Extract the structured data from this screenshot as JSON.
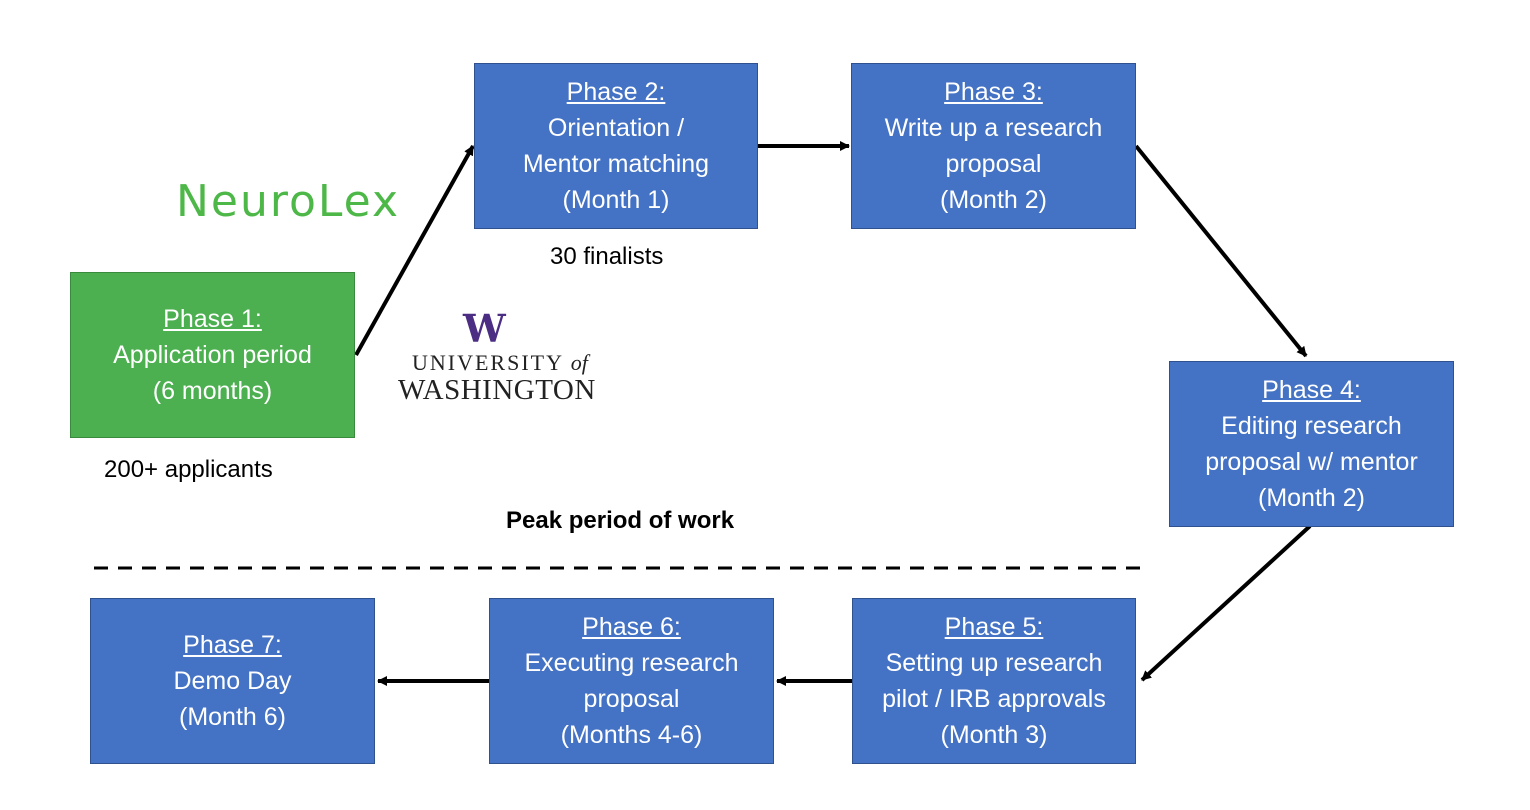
{
  "phases": [
    {
      "title": "Phase 1:",
      "lines": [
        "Application period",
        "(6 months)"
      ],
      "color": "#4caf50"
    },
    {
      "title": "Phase 2:",
      "lines": [
        "Orientation /",
        "Mentor matching",
        "(Month 1)"
      ],
      "color": "#4472c4"
    },
    {
      "title": "Phase 3:",
      "lines": [
        "Write up a research",
        "proposal",
        "(Month 2)"
      ],
      "color": "#4472c4"
    },
    {
      "title": "Phase 4:",
      "lines": [
        "Editing research",
        "proposal w/ mentor",
        "(Month 2)"
      ],
      "color": "#4472c4"
    },
    {
      "title": "Phase 5:",
      "lines": [
        "Setting up research",
        "pilot / IRB approvals",
        "(Month 3)"
      ],
      "color": "#4472c4"
    },
    {
      "title": "Phase 6:",
      "lines": [
        "Executing research",
        "proposal",
        "(Months 4-6)"
      ],
      "color": "#4472c4"
    },
    {
      "title": "Phase 7:",
      "lines": [
        "Demo Day",
        "(Month 6)"
      ],
      "color": "#4472c4"
    }
  ],
  "notes": {
    "applicants": "200+ applicants",
    "finalists": "30 finalists",
    "peak": "Peak period of work"
  },
  "logos": {
    "neurolex": "NeuroLex",
    "uw_mark": "W",
    "uw_line1": "UNIVERSITY",
    "uw_of": "of",
    "uw_line2": "WASHINGTON"
  },
  "colors": {
    "phase_blue": "#4472c4",
    "phase_green": "#4caf50",
    "neurolex_green": "#4db848",
    "uw_purple": "#4b2e83"
  }
}
